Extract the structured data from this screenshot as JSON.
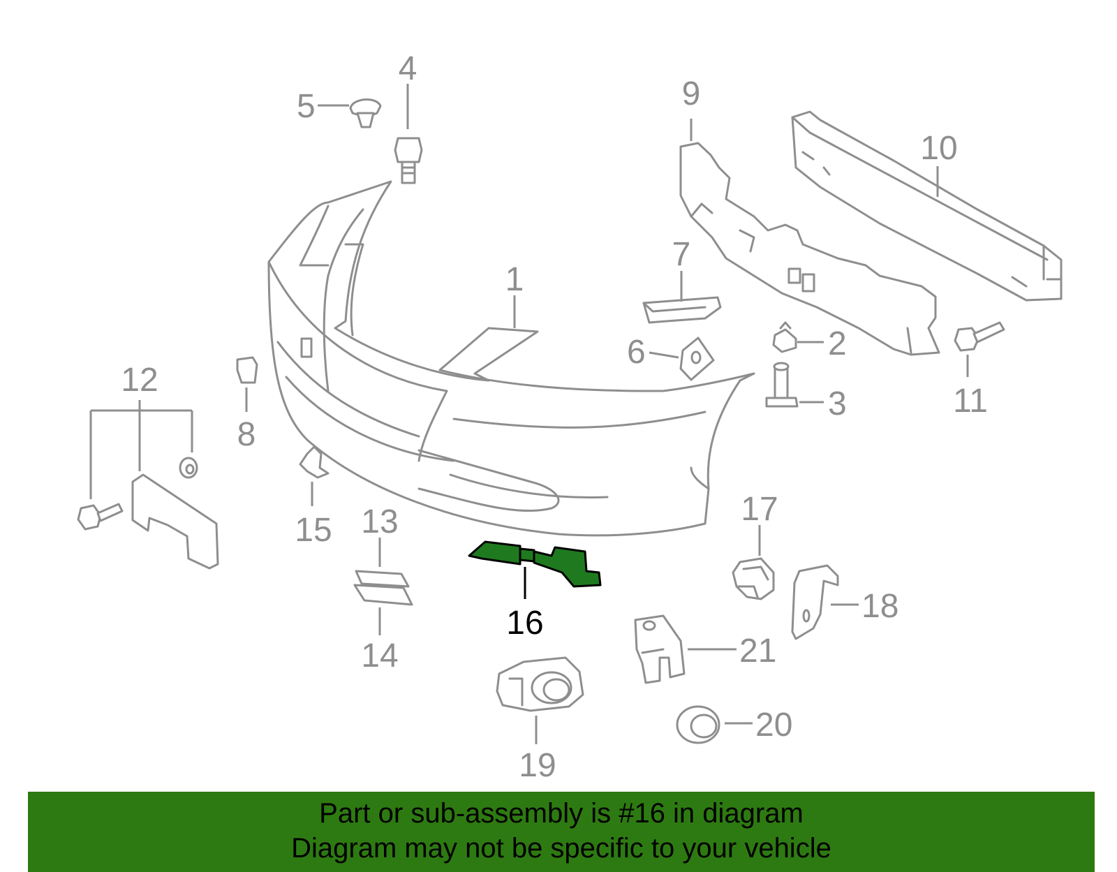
{
  "callouts": [
    {
      "id": "1",
      "highlight": false
    },
    {
      "id": "2",
      "highlight": false
    },
    {
      "id": "3",
      "highlight": false
    },
    {
      "id": "4",
      "highlight": false
    },
    {
      "id": "5",
      "highlight": false
    },
    {
      "id": "6",
      "highlight": false
    },
    {
      "id": "7",
      "highlight": false
    },
    {
      "id": "8",
      "highlight": false
    },
    {
      "id": "9",
      "highlight": false
    },
    {
      "id": "10",
      "highlight": false
    },
    {
      "id": "11",
      "highlight": false
    },
    {
      "id": "12",
      "highlight": false
    },
    {
      "id": "13",
      "highlight": false
    },
    {
      "id": "14",
      "highlight": false
    },
    {
      "id": "15",
      "highlight": false
    },
    {
      "id": "16",
      "highlight": true
    },
    {
      "id": "17",
      "highlight": false
    },
    {
      "id": "18",
      "highlight": false
    },
    {
      "id": "19",
      "highlight": false
    },
    {
      "id": "20",
      "highlight": false
    },
    {
      "id": "21",
      "highlight": false
    }
  ],
  "banner": {
    "line1": "Part or sub-assembly is #16 in diagram",
    "line2": "Diagram may not be specific to your vehicle"
  },
  "colors": {
    "parts_line": "#8e8e8e",
    "highlight_fill": "#1f7a1f",
    "banner_bg": "#2e7a12",
    "text": "#000000"
  }
}
